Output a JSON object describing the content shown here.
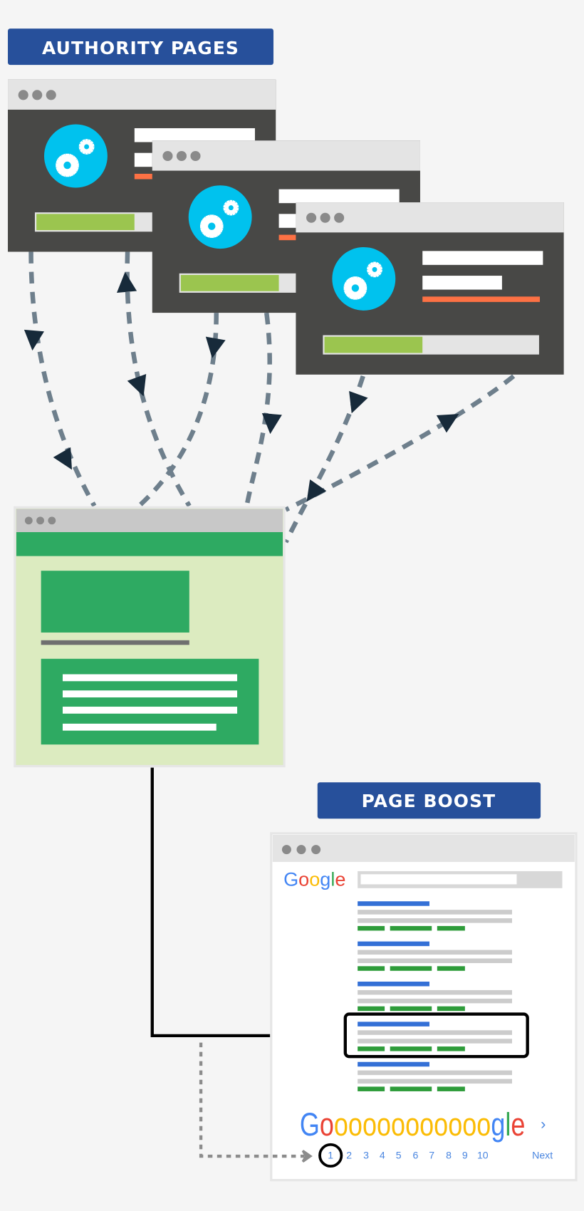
{
  "banners": {
    "authority_pages": "AUTHORITY PAGES",
    "page_boost": "PAGE BOOST"
  },
  "colors": {
    "banner": "#27509b",
    "window_body": "#484846",
    "titlebar": "#e4e4e4",
    "gear_circle": "#00c2ee",
    "progress_fill": "#9bc54f",
    "accent_line": "#fd7144",
    "page_green": "#2eaa62",
    "page_bg": "#dcebc0",
    "dash": "#6e7f8c",
    "arrowhead": "#172a3a",
    "result_title": "#3470d6",
    "result_url": "#2e9c3a",
    "result_text": "#cccccc"
  },
  "authority_windows": [
    {
      "icon": "gears-icon",
      "progress_percent": 46
    },
    {
      "icon": "gears-icon",
      "progress_percent": 46
    },
    {
      "icon": "gears-icon",
      "progress_percent": 46
    }
  ],
  "serp": {
    "logo": "Google",
    "logo_colors": [
      "#4285f4",
      "#ea4335",
      "#fbbc05",
      "#4285f4",
      "#34a853",
      "#ea4335"
    ],
    "result_count": 5,
    "highlighted_result": 4,
    "pagination_logo": "Goooooooooooogle",
    "pages": [
      "1",
      "2",
      "3",
      "4",
      "5",
      "6",
      "7",
      "8",
      "9",
      "10"
    ],
    "current_page": "1",
    "next_label": "Next",
    "next_icon": "chevron-right-icon"
  }
}
